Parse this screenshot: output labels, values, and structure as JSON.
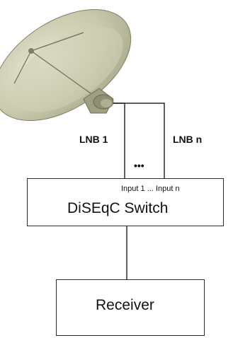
{
  "labels": {
    "lnb_1": "LNB 1",
    "lnb_n": "LNB n",
    "ellipsis": "•••",
    "inputs": "Input 1 ... Input n",
    "switch": "DiSEqC Switch",
    "receiver": "Receiver"
  },
  "colors": {
    "dish_light": "#d8d8c2",
    "dish_mid": "#b9b99c",
    "dish_dark": "#8f9173",
    "lnb_body": "#a8a98d",
    "line": "#2a2a2a"
  },
  "icons": {
    "dish": "satellite-dish-icon"
  }
}
